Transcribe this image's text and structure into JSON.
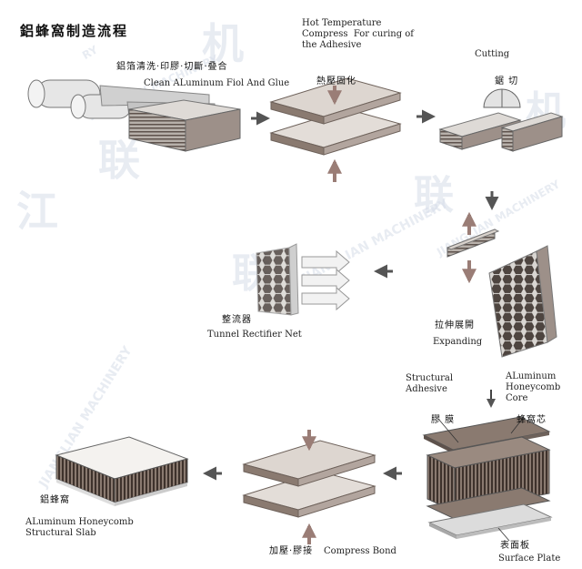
{
  "title": "鋁蜂窩制造流程",
  "watermark": {
    "brand_cn_a": "江",
    "brand_cn_b": "联",
    "brand_cn_c": "机",
    "brand_en": "JIANGLIAN MACHINERY",
    "brand_abbr": "RY"
  },
  "steps": {
    "clean": {
      "cn": "鋁箔清洗·印膠·切斷·叠合",
      "en": "Clean ALuminum Fiol And Glue"
    },
    "hotpress": {
      "en": "Hot Temperature\nCompress  For curing of\nthe Adhesive",
      "cn": "熱壓固化"
    },
    "cutting": {
      "en": "Cutting",
      "cn": "鋸  切"
    },
    "expanding": {
      "cn": "拉伸展開",
      "en": "Expanding"
    },
    "rectifier": {
      "cn": "整流器",
      "en": "Tunnel Rectifier Net"
    },
    "layers": {
      "adhesive_en": "Structural\nAdhesive",
      "core_en": "ALuminum\nHoneycomb\nCore",
      "adhesive_cn": "膠 膜",
      "core_cn": "蜂窩芯",
      "plate_cn": "表面板",
      "plate_en": "Surface Plate"
    },
    "compress": {
      "cn": "加壓·膠接",
      "en": "Compress Bond"
    },
    "slab": {
      "cn": "鋁蜂窩",
      "en": "ALuminum Honeycomb\nStructural Slab"
    }
  },
  "colors": {
    "arrow": "#555555",
    "plate_top": "#d9d2cc",
    "plate_side": "#8a7a70",
    "press_arrow": "#9a7d76",
    "core": "#7a6258",
    "foil": "#c9c9c9"
  }
}
